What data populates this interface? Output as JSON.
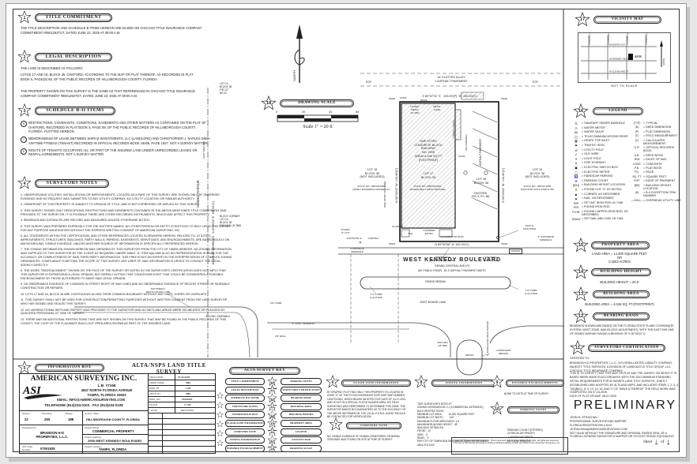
{
  "sections": {
    "tc": {
      "num": "1",
      "title": "TITLE COMMITMENT",
      "body": "THE TITLE DESCRIPTION AND SCHEDULE B ITEMS HEREON ARE BASED ON CHICAGO TITLE INSURANCE COMPANY COMMITMENT #8501292TGT, DATED JUNE 23, 2025 AT 08:00 A.M."
    },
    "ld": {
      "num": "2",
      "title": "LEGAL DESCRIPTION",
      "intro": "THE LAND IS DESCRIBED AS FOLLOWS:",
      "body": "LOT(S) 17 AND 18, BLOCK 36, OAKFORD, ACCORDING TO THE MAP OR PLAT THEREOF, AS RECORDED IN PLAT BOOK 5, PAGE(S) 88, OF THE PUBLIC RECORDS OF HILLSBOROUGH COUNTY, FLORIDA.",
      "body2": "THE PROPERTY SHOWN ON THIS SURVEY IS THE SAME AS THAT REFERENCED IN CHICAGO TITLE INSURANCE COMPANY COMMITMENT #8501292TGT, DATED JUNE 23, 2025 AT 08:00 A.M."
    },
    "sb": {
      "num": "3",
      "title": "SCHEDULE B-II ITEMS",
      "items": [
        {
          "n": "6",
          "t": "RESTRICTIONS, COVENANTS, CONDITIONS, EASEMENTS AND OTHER MATTERS AS CONTAINED ON THE PLAT OF OAKFORD, RECORDED IN PLAT BOOK 5, PAGE 88, OF THE PUBLIC RECORDS OF HILLSBOROUGH COUNTY, FLORIDA. PLOTTED HEREON."
        },
        {
          "n": "7",
          "t": "MEMORANDUM OF LEASE BETWEEN SHIRAZ INVESTMENTS, LLC (LANDLORD) AND CHRISTOPHER J. NAPLES D/B/A ANYTIME FITNESS (TENANT) RECORDED IN OFFICIAL RECORDS BOOK 18008, PAGE 1927. NOT A SURVEY MATTER."
        },
        {
          "n": "8",
          "t": "RIGHTS OF TENANTS OCCUPYING ALL OR PART OF THE INSURED LAND UNDER UNRECORDED LEASES OR RENTAL AGREEMENTS. NOT A SURVEY MATTER."
        }
      ]
    },
    "sn": {
      "num": "4",
      "title": "SURVEYORS NOTES",
      "notes": [
        "1. UNDERGROUND UTILITIES, INSTALLATIONS OR IMPROVEMENTS, LOCATED AS A PART OF THIS SURVEY, ARE SHOWN ONLY BY OBSERVED EVIDENCE AND NO REQUEST WAS SUBMITTED TO ANY UTILITY COMPANY, 811 UTILITY LOCATION, OR SIMILAR AUTHORITY.",
        "2. OWNERSHIP OF THIS PROPERTY IS SUBJECT TO OPINION OF TITLE, AND IS NOT EXPRESSED OR IMPLIED BY THIS SURVEY.",
        "3. THIS SURVEY SHOWS ONLY DEDICATIONS, RESTRICTIONS AND EASEMENTS CONTAINED IN THE ABOVE-MENTIONED TITLE COMMITMENT AND PROVIDED TO THE SURVEYOR. IT IS POSSIBLE THERE ARE OTHER RECORDED INSTRUMENTS, WHICH MAY AFFECT THIS PROPERTY.",
        "4. BEARINGS AND DISTANCES ARE RECORD AND MEASURED UNLESS OTHERWISE NOTED.",
        "5. THIS SURVEY WAS PREPARED EXPRESSLY FOR THE ENTITIES NAMED. NO OTHER PERSON OR ENTITY IS ENTITLED TO RELY UPON THIS SURVEY FOR ANY PURPOSE WHATSOEVER WITHOUT THE EXPRESS WRITTEN CONSENT OF AMERICAN SURVEYING, INC.",
        "6. ALL STATEMENTS WITHIN THE CERTIFICATION, AND OTHER REFERENCES LOCATED ELSEWHERE HEREON, RELATED TO: UTILITIES, IMPROVEMENTS, STRUCTURES, BUILDINGS, PARTY WALLS, PARKING, EASEMENTS, SERVITUDES, AND ENCROACHMENTS, ARE BASED SOLELY ON ABOVEGROUND, VISIBLE EVIDENCE, UNLESS ANOTHER SOURCE OF INFORMATION IS SPECIFICALLY REFERENCED HEREON.",
        "7. THE ZONING INFORMATION SHOWN HEREON WAS OBTAINED BY THIS SURVEYOR FROM THE CITY OF TAMPA WEBSITE. NO ZONING INFORMATION WAS SUPPLIED TO THIS SURVEYOR BY THE CLIENT AS REQUIRED UNDER TABLE \"A\" ITEM 6(A) AND ALSO NO REPRESENTATION IS MADE FOR THE ACCURACY OR COMPLETENESS OF SAID THIRD PARTY INFORMATION. THIS FIRM IS NOT AN EXPERT IN THE INTERPRETATION OF COMPLEX ZONING ORDINANCES. COMPLIANCE IS BEYOND THE SCOPE OF THIS SURVEY. ANY USER OF SAID INFORMATION IS URGED TO CONTACT THE LOCAL AGENCY DIRECTLY.",
        "8. THE WORD \"ENCROACHMENT\" SHOWN ON THE FACE OF THE SURVEY OR NOTED IN THE SURVEYOR'S CERTIFICATION DOES NOT IMPLY THAT THIS SURVEYOR IS EXPRESSING A LEGAL OPINION, BUT MERELY NOTING THAT CONDITIONS EXIST THAT COULD BE CONSIDERED A POSSIBLE ENCROACHMENT BY THOSE AUTHORIZED TO MAKE SAID LEGAL OPINION.",
        "9. NO OBSERVABLE EVIDENCE OF CHANGES IN STREET RIGHT OF WAY LINES AND NO OBSERVABLE EVIDENCE OF RECENT STREET OR SIDEWALK CONSTRUCTION OR REPAIRS.",
        "10. LOTS 17 AND 18, BLOCK 36 ARE CONTIGUOUS ALONG THEIR COMMON BOUNDARY WITHOUT ANY GAPS, GORES OR OVERLAPS.",
        "11. THIS SURVEY SHALL NOT BE USED FOR CONSTRUCTION/PERMITTING PURPOSES WITHOUT WRITTEN CONSENT FROM THE LAND SURVEYOR WHO HAS SIGNED AND SEALED THIS SURVEY.",
        "12. NO JURISDICTIONAL WETLAND REPORT WAS PROVIDED TO THE SURVEYOR AND NO WETLAND AREAS WERE DELINEATED OR FLAGGED BY QUALIFIED PERSONNEL AT TIME OF SURVEY.",
        "13. THERE MAY BE ADDITIONAL RESTRICTIONS THAT ARE NOT SHOWN ON THIS SURVEY THAT MAY BE FOUND IN THE PUBLIC RECORDS OF THIS COUNTY. THE LOOP OF THE FLAG/MAST BUILD-OUT OPEN AREA SHOWN AS PART OF THE INSURED LAND."
      ]
    },
    "info": {
      "num": "5",
      "title": "INFORMATION BOX"
    },
    "flood": {
      "num": "6",
      "title": "FLOOD ZONE INFORMATION",
      "body": "BY GRAPHIC PLOTTING ONLY, THIS PROPERTY IS LOCATED IN ZONE \"X\" OF THE FLOOD INSURANCE RATE MAP, MAP NUMBER 12057C0353J, WHICH BEARS AN EFFECTIVE DATE OF 10-07-2021 AND IS NOT IN A SPECIAL FLOOD HAZARD AREA. NO FIELD SURVEYING WAS PERFORMED TO DETERMINE THIS ZONE. THE SURVEYOR MAKES NO GUARANTEES AS TO THE ACCURACY OF THE ABOVE INFORMATION. THE LOCAL F.E.M.A. AGENT SHOULD BE CONTACTED FOR VERIFICATION."
    },
    "cem": {
      "num": "7",
      "title": "CEMETERY NOTE",
      "body": "NO VISIBLE EVIDENCE OF HUMAN CEMETERIES OR BURIAL GROUNDS WAS FOUND ON SITE AT TIME OF SURVEY."
    },
    "zon": {
      "num": "8",
      "title": "ZONING INFORMATION",
      "lines": [
        "\"SEE SURVEYOR'S NOTE #7\"",
        "",
        "ZONING DESIGNATION: C-I (COMMERCIAL-INTENSIVE)",
        "",
        "BULK RESTRICTIONS:",
        "MINIMUM LOT AREA          10,000 SQUARE FEET",
        "MINIMUM LOT WIDTH         100'",
        "MAXIMUM FLOOR AREA RATIO  1.5",
        "MAXIMUM BUILDING HEIGHT   45'",
        "",
        "BUILDING SETBACKS:",
        "FRONT:  10'",
        "SIDE:   0'",
        "REAR:   0'",
        "",
        "PER CITY OF TAMPA BUILDING AND ZONING DEPARTMENT",
        "#813-274-3100"
      ]
    },
    "enc": {
      "num": "9",
      "title": "POSSIBLE ENCROACHMENTS",
      "body": "NONE TO NOTE AT TIME OF SURVEY"
    },
    "park": {
      "num": "10",
      "title": "PARKING NOTES",
      "lines": [
        "PARKING COUNT (STRIPED)",
        "24 REGULAR SPACES",
        " 1 HANDICAP SPACE",
        "",
        "25 TOTAL SPACES"
      ]
    },
    "cert": {
      "num": "11",
      "title": "SURVEYORS CERTIFICATION",
      "to": "CERTIFIED TO:",
      "parties": "BRANDON H-D PROPERTIES, L.L.C., A FLORIDA LIMITED LIABILITY COMPANY; MAJESTY TITLE SERVICES, A DIVISION OF LANDCASTLE TITLE GROUP, LLC; CHICAGO TITLE INSURANCE COMPANY;",
      "statement": "THIS IS TO CERTIFY THAT THIS MAP OR PLAT AND THE SURVEY ON WHICH IT IS BASED WERE MADE IN ACCORDANCE WITH THE 2021 MINIMUM STANDARD DETAIL REQUIREMENTS FOR ALTA/NSPS LAND TITLE SURVEYS, JOINTLY ESTABLISHED AND ADOPTED BY ALTA AND NSPS, AND INCLUDES ITEMS 1, 2, 3, 4, 7(A)(B)(C), 8, 9, 13, 14, 16, AND 17 OF TABLE A THEREOF. THE FIELD WORK WAS COMPLETED ON 07-24-2025.",
      "date_line": "DATE OF PLAT OR MAP: 08-07-2025",
      "preliminary": "PRELIMINARY",
      "signer": "JOHN M. STRACHAN\nPROFESSIONAL SURVEYOR AND MAPPER\nFLORIDA REGISTRATION # 6247\nJSTRACHAN@AMERICANSURVEYING.COM\nNOT VALID WITHOUT THE SIGNATURE AND ORIGINAL RAISED SEAL OF A FLORIDA LICENSED SURVEYOR & MAPPER OR ITS ELECTRONIC EQUIVALENT"
    },
    "bearing": {
      "num": "12",
      "title": "BEARING BASIS",
      "body": "BEARINGS SHOWN ARE BASED ON THE FLORIDA STATE PLANE COORDINATE SYSTEM, WEST ZONE, NAD 83 (2011 ADJUSTMENT), WITH THE EAST R/W LINE OF GOMEZ AVENUE HAVING A BEARING OF S 00°00'02\" E."
    },
    "barea": {
      "num": "13",
      "title": "BUILDING AREA",
      "body": "BUILDING AREA = 4,046 SQ. FT.(FOOTPRINT)"
    },
    "bheight": {
      "num": "14",
      "title": "BUILDING HEIGHT",
      "body": "BUILDING HEIGHT = 20.5'"
    },
    "parea": {
      "num": "15",
      "title": "PROPERTY AREA",
      "l1": "LAND AREA = 14,300 SQUARE FEET",
      "l2": "OR",
      "l3": "0.3282 ACRES"
    },
    "legend": {
      "num": "16",
      "title": "LEGEND"
    },
    "vmap": {
      "num": "17",
      "title": "VICINITY MAP"
    },
    "scalebar": {
      "num": "18",
      "title": "DRAWING SCALE",
      "t0": "0",
      "t20": "20",
      "t40": "40",
      "t60": "60",
      "caption": "Scale 1\" = 20 ft"
    }
  },
  "key": {
    "title": "ALTA SURVEY KEY",
    "rows": [
      {
        "l": "TITLE COMMITMENT",
        "n": "10",
        "r": "PARKING NOTES"
      },
      {
        "l": "LEGAL DESCRIPTION",
        "n": "11",
        "r": "SURVEYORS CERTIFICATION"
      },
      {
        "l": "SCHEDULE B-II ITEMS",
        "n": "12",
        "r": "BEARING BASIS"
      },
      {
        "l": "SURVEYORS NOTES",
        "n": "13",
        "r": "BUILDING AREA"
      },
      {
        "l": "INFORMATION BOX",
        "n": "14",
        "r": "BUILDING HEIGHT"
      },
      {
        "l": "FLOOD ZONE INFORMATION",
        "n": "15",
        "r": "PROPERTY AREA"
      },
      {
        "l": "CEMETERY NOTE",
        "n": "16",
        "r": "LEGEND"
      },
      {
        "l": "ZONING INFORMATION",
        "n": "17",
        "r": "VICINITY MAP"
      },
      {
        "l": "POSSIBLE ENCROACHMENT",
        "n": "18",
        "r": "DRAWING SCALE"
      }
    ]
  },
  "legend": {
    "sym": [
      {
        "g": "Ⓢ",
        "t": "= SANITARY SEWER MANHOLE"
      },
      {
        "g": "⊙",
        "t": "= WATER METER"
      },
      {
        "g": "⋈",
        "t": "= WATER VALVE"
      },
      {
        "g": "◫",
        "t": "= TELECOMMUNICATIONS RISER"
      },
      {
        "g": "▦",
        "t": "= GRATE TOP INLET"
      },
      {
        "g": "⚑",
        "t": "= TRAFFIC SIGN"
      },
      {
        "g": "Ø",
        "t": "= UTILITY POLE"
      },
      {
        "g": "↙",
        "t": "= GUY WIRE"
      },
      {
        "g": "✶",
        "t": "= LIGHT POLE"
      },
      {
        "g": "♦",
        "t": "= FIRE HYDRANT"
      },
      {
        "g": "▣",
        "t": "= ELECTRIC SWITCH BOX"
      },
      {
        "g": "◻",
        "t": "= ELECTRIC METER"
      },
      {
        "g": "♿",
        "t": "= HANDICAP PARKING"
      },
      {
        "g": "⑩",
        "t": "= PARKING COUNT"
      },
      {
        "g": "[BH]",
        "t": "= BUILDING HEIGHT LOCATION"
      },
      {
        "g": "✕",
        "t": "= FOUND CUT \"X\" AS NOTED"
      },
      {
        "g": "■",
        "t": "= CORNER, AS DESCRIBED"
      },
      {
        "g": "▲",
        "t": "= NAIL, AS DESCRIBED"
      },
      {
        "g": "SIR",
        "t": "= SET 5/8\" IRON ROD LB 7168"
      },
      {
        "g": "FIR",
        "t": "= FOUND IRON ROD"
      },
      {
        "g": "FCIR",
        "t": "= FOUND CAPPED IRON ROD, AS DESCRIBED"
      },
      {
        "g": "SN&D",
        "t": "= SET NAIL AND DISK LB 7168"
      }
    ],
    "abbr": [
      {
        "g": "(TYP)",
        "t": "= TYPICAL"
      },
      {
        "g": "(D)",
        "t": "= DEED DIMENSION"
      },
      {
        "g": "(P)",
        "t": "= PLAT DIMENSION"
      },
      {
        "g": "(F)",
        "t": "= FIELD MEASUREMENT"
      },
      {
        "g": "(C)",
        "t": "= CALCULATED MEASUREMENT"
      },
      {
        "g": "O.R.",
        "t": "= OFFICIAL RECORDS BOOK"
      },
      {
        "g": "D.B.",
        "t": "= DEED BOOK"
      },
      {
        "g": "R/W",
        "t": "= RIGHT OF WAY"
      },
      {
        "g": "CONC",
        "t": "= CONCRETE"
      },
      {
        "g": "P.B.",
        "t": "= PLAT BOOK"
      },
      {
        "g": "PG.",
        "t": "= PAGE"
      },
      {
        "g": "SQ. FT.",
        "t": "= SQUARE FEET"
      },
      {
        "g": "EOP",
        "t": "= EDGE OF PAVEMENT"
      },
      {
        "g": "[BH]",
        "t": "= BUILDING HEIGHT LOCATION"
      },
      {
        "g": "(6)",
        "t": "= B-II EXCEPTION ITEM NUMBER"
      },
      {
        "g": "—OHU—",
        "t": "= OVERHEAD UTILITY LINE"
      }
    ]
  },
  "info_box": {
    "title": "ALTA/NSPS LAND TITLE SURVEY",
    "logo": "ASI",
    "company": {
      "name": "AMERICAN SURVEYING INC.",
      "lb": "L.B. #7168",
      "addr1": "4847 NORTH FLORIDA AVENUE",
      "addr2": "TAMPA, FLORIDA 33603",
      "email": "EMAIL: INFO@AMERICANSURVEYING.COM",
      "phone": "TELEPHONE (813)234-0103  -  FAX (813)234-0108"
    },
    "fields": {
      "fd_l": "FIELD DATE",
      "fd": "07-24-2025",
      "cc_l": "CREW CHIEF",
      "cc": "JMS",
      "dw_l": "DWN. BY",
      "dw": "LCN",
      "ap_l": "APP'D. BY",
      "ap": "JMS",
      "dg_l": "DWG. NO.",
      "dg": "07001925",
      "sc_l": "SCALE",
      "sc": "1\"=20'",
      "date_l": "DATE",
      "rev_l": "REVISIONS"
    },
    "str": {
      "sec_l": "Section",
      "sec": "22",
      "twp_l": "Township",
      "twp": "29S",
      "rng_l": "Range",
      "rng": "18E",
      "cs_l": "County, State",
      "cs": "HILLSBOROUGH COUNTY, FLORIDA"
    },
    "proj": {
      "pf_l": "Prepared For:",
      "pf": "BRANDON H-D\nPROPERTIES, L.L.C.",
      "pn_l": "Project Name",
      "pn": "COMMERCIAL PROPERTY",
      "pa_l": "Project Address",
      "pa": "2905 WEST KENNEDY BOULEVARD",
      "pl_l": "Project Location",
      "pl": "TAMPA, FLORIDA",
      "jo_l": "Job Order\nNumber",
      "jo": "07001925"
    }
  },
  "copyright": {
    "l1": "Copyright © American Surveying Inc.  This format and style is protected by Copyright, all rights are reserved.",
    "l2": "The use of this format and style is strictly prohibited without written permission from American Surveying, Inc."
  },
  "sheet": {
    "label": "Sheet",
    "n1": "1",
    "of": "of",
    "n2": "1"
  },
  "vmap": {
    "v1": "N MACDILL AVE",
    "v2": "N HOWARD AVE",
    "v3": "N GOMEZ AVE",
    "v4": "N ARMENIA AVE",
    "h1": "W NORTH A ST",
    "h2": "W KENNEDY BLVD",
    "h3": "W CLEVELAND ST",
    "site": "SITE",
    "nts": "NOT TO SCALE",
    "north": "NORTH"
  },
  "plan": {
    "north": "NORTH",
    "alley": "14' PLATTED ALLEY\n± ASPHALT PAVEMENT",
    "eop1": "EOP",
    "eop2": "EOP",
    "dim_top": "S 89°57'01\" E   100.00'(P)  ⑥  100.00'(C)",
    "snd1": "SN&D",
    "snd2": "SN&D",
    "snd3": "SN&D",
    "snd4": "SN&D",
    "dim_east": "S 00°00'02\" W  143.00'(C)",
    "dim_west": "N 00°00'02\" W  143.00'(C)",
    "dim_south": "N 89°52'58\" W   100.00'(C)",
    "gomez": "GOMEZ AVENUE",
    "east_rw": "EAST R/W LINE",
    "bob": "BASIS OF BEARINGS   S 00°00'02\" E  197.91'(C)",
    "lot13": "LOT 13\nBLOCK 36\nFIR 1/2\"\nNO ID",
    "corner": "BLOCK CORNER\nLOT 13\nBLOCK 36\nFND N&D LB 7868",
    "bldg": "ONE STORY\nCONCRETE BLOCK\nBUILDING\nNO. 2905\nAREA=4,046 SQ FT\n(FOOTPRINT)",
    "lot17": "LOT 17\nBLOCK 36",
    "folio17": "FOLIO NO. 188730-0000\nMOSER REV LIVING TRUSTEE",
    "lot18": "LOT 18\nBLOCK 36",
    "oakford": "OAKFORD\n(P.B. 5, PG. 88)",
    "asphalt": "ASPHALT PAVEMENT",
    "lot16": "LOT 16\nBLOCK 36\n(NOT INCLUDED)",
    "folio16": "FOLIO NO. 188738-0000\nFAMILY BUSINESS CENTER LLC",
    "onestory": "ONE STORY BUILDING",
    "lot19": "LOT 19\nBLOCK 36\n(NOT INCLUDED)",
    "folio19": "FOLIO NO. 188731-0000\nDISCOUNT AUTO PARTS INC",
    "ac": "RAISED\nMETAL\nAC PAD",
    "cage": "METAL\nCAGE",
    "conc1": "CONC",
    "roof": "ROOF",
    "trench": "TRENCH DRAIN",
    "nopark": "(NO PARKING)",
    "conc2": "CONC",
    "planter": "PLANTER",
    "tile": "TILE",
    "centry": "COVERED\nENTRY",
    "conc50": "CONCRETE  50.00'(P)",
    "brg5": "S 89°52'58\" E",
    "asphalt2": "ASPHALT",
    "foundx": "FOUND\n\"X\" CUT",
    "sidewalk": "CONCRETE\nSIDEWALK",
    "nrw": "NORTHERLY\nRIGHT-OF-WAY LINE",
    "curb08": "0.8' CONC\nCURB (TYP.)",
    "pavers": "PAVERS",
    "sw5": "5' CONCRETE\nSIDEWALK",
    "sign": "SIGN &\nSIGN POLE",
    "wkb": "WEST KENNEDY BOULEVARD",
    "wkb2": "GRAND CENTRAL AVE.(P)",
    "wkb3": "(60' PUBLIC R/W(P) - 61.3' ASPHALT PAVEMENT WIDTH",
    "median": "GRASS MEDIAN",
    "curb15a": "1.5' CURB\n& GUTTER",
    "curb15b": "1.5' CURB\n& GUTTER",
    "ebl": "EAST BOUND LANE",
    "srw": "SOUTHERLY\nRIGHT-OF-WAY LINE",
    "sw8": "8' CONC  SIDEWALK",
    "curb08b": "0.8' CURB",
    "sw5b": "5' CONC SIDEWALK",
    "wall": "0.8' WALL",
    "lmed": "LANDSCAPE\nMEDIAN",
    "grass": "GRASS",
    "fnd2": "FND N&D\nLB 7868",
    "sstreet": "S. BUNGALOW PARK AVENUE"
  }
}
